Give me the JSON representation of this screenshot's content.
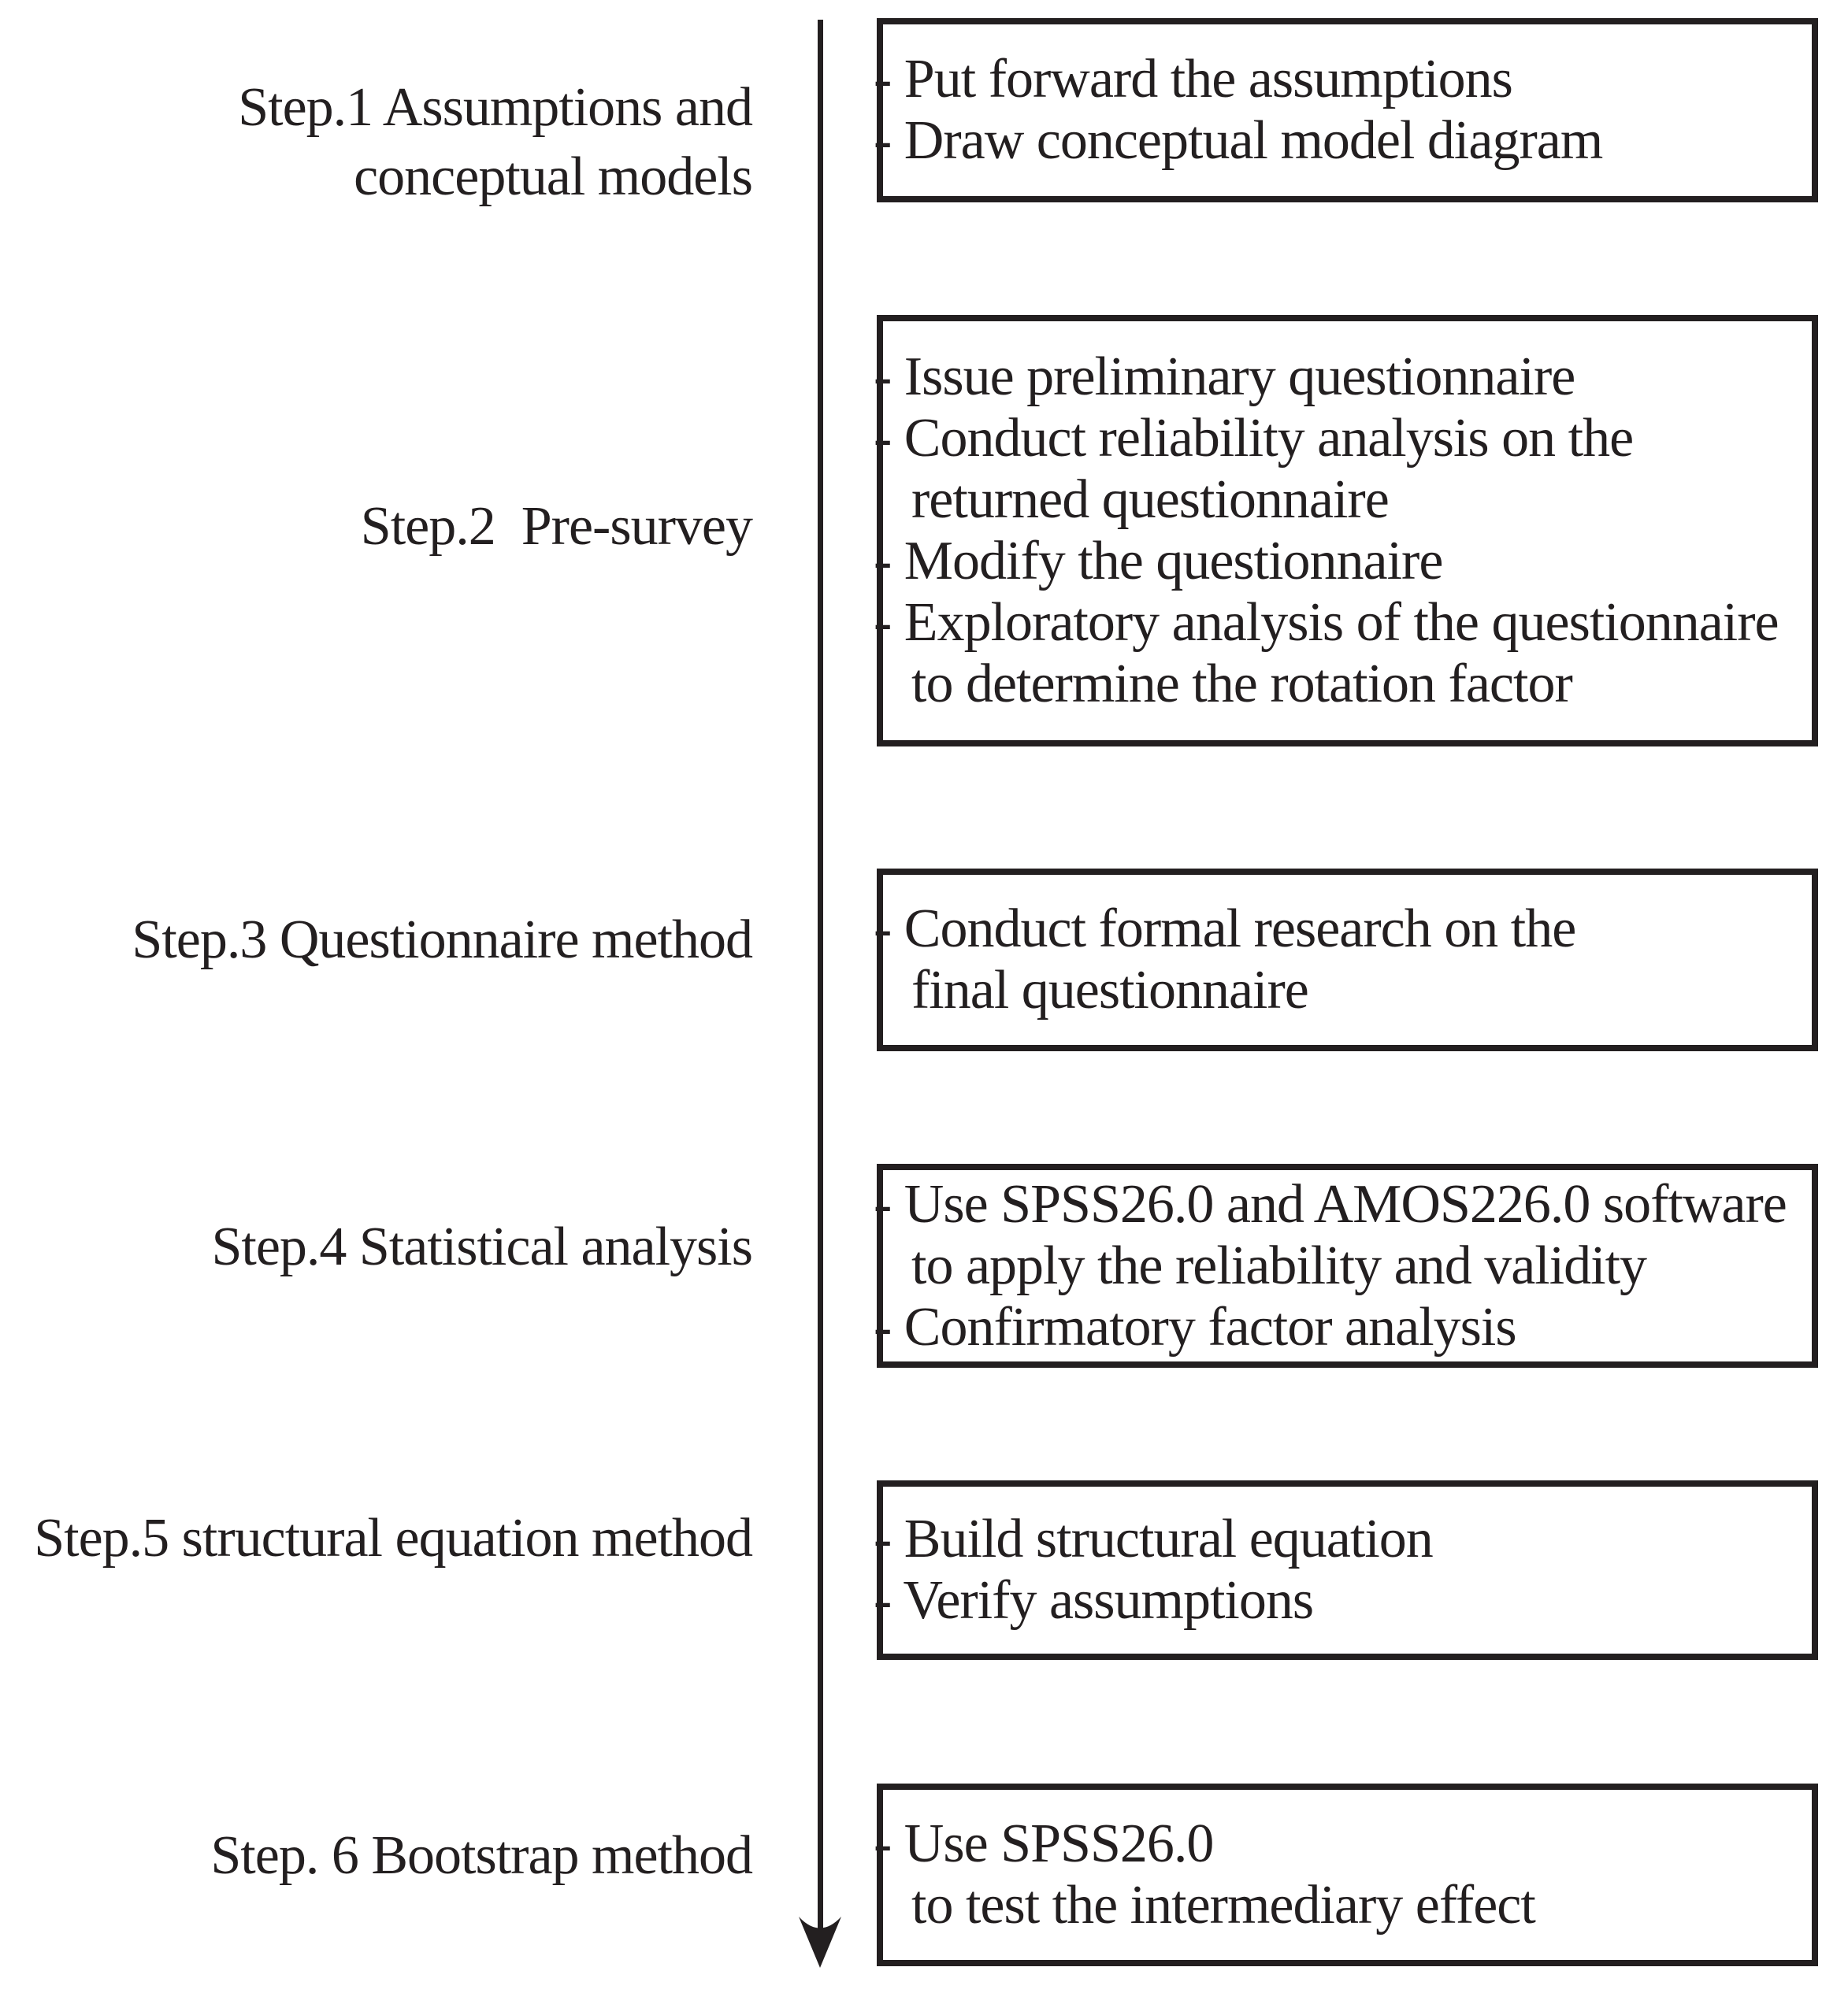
{
  "flow": {
    "ink_color": "#231f20",
    "steps": [
      {
        "label": "Step.1 Assumptions and\nconceptual models",
        "tasks": [
          "- Put forward the assumptions",
          "- Draw conceptual model diagram"
        ]
      },
      {
        "label": "Step.2  Pre-survey",
        "tasks": [
          "- Issue preliminary questionnaire",
          "- Conduct reliability analysis on the",
          "returned questionnaire",
          "- Modify the questionnaire",
          "- Exploratory analysis of the questionnaire",
          "to determine the rotation factor"
        ]
      },
      {
        "label": "Step.3 Questionnaire method",
        "tasks": [
          "- Conduct formal research on the",
          "final questionnaire"
        ]
      },
      {
        "label": "Step.4 Statistical analysis",
        "tasks": [
          "- Use SPSS26.0 and AMOS226.0 software",
          "to apply the reliability and validity",
          "- Confirmatory factor analysis"
        ]
      },
      {
        "label": "Step.5 structural equation method",
        "tasks": [
          "- Build structural equation",
          "- Verify assumptions"
        ]
      },
      {
        "label": "Step. 6 Bootstrap method",
        "tasks": [
          "- Use SPSS26.0",
          "to test the intermediary effect"
        ]
      }
    ]
  }
}
